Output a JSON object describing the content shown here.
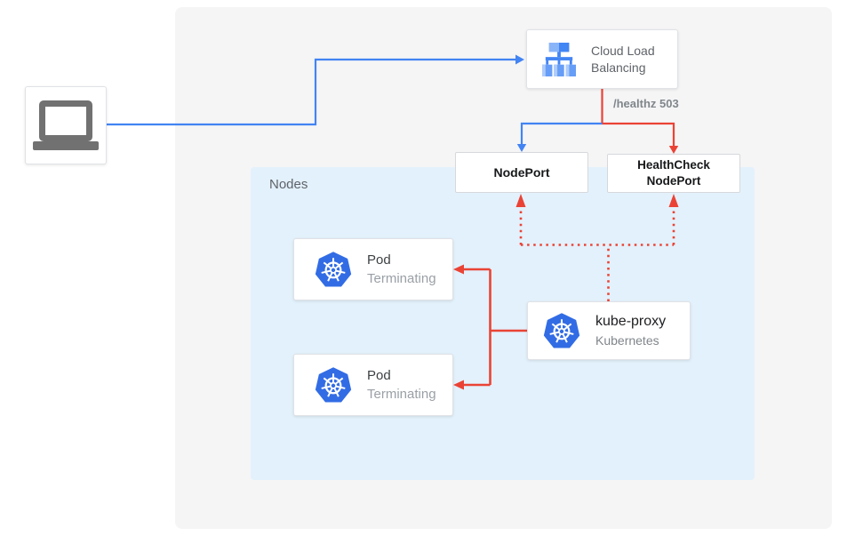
{
  "colors": {
    "blue": "#4284f3",
    "red": "#ea4335",
    "k8s_blue": "#326ce5",
    "nodes_bg": "#e3f1fc",
    "canvas_bg": "#f5f5f6"
  },
  "icons": {
    "client": "laptop-icon",
    "load_balancer": "cloud-load-balancing-icon",
    "kubernetes": "kubernetes-icon"
  },
  "labels": {
    "nodes": "Nodes",
    "healthz": "/healthz 503"
  },
  "cloud_load_balancing": {
    "title": "Cloud Load Balancing"
  },
  "nodeport": {
    "label": "NodePort"
  },
  "healthcheck_nodeport": {
    "label": "HealthCheck NodePort"
  },
  "pods": [
    {
      "title": "Pod",
      "status": "Terminating"
    },
    {
      "title": "Pod",
      "status": "Terminating"
    }
  ],
  "kube_proxy": {
    "title": "kube-proxy",
    "subtitle": "Kubernetes"
  }
}
